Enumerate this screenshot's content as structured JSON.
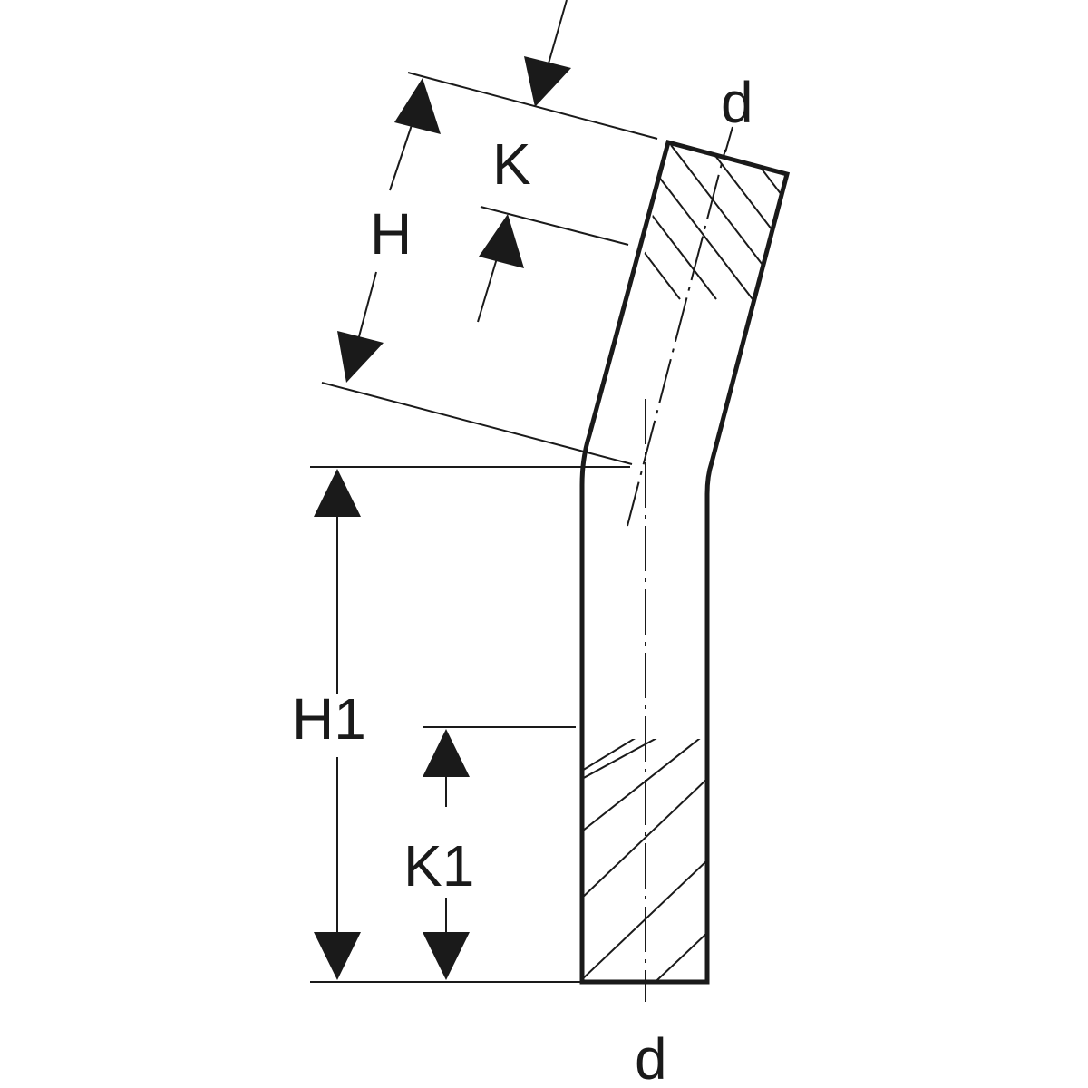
{
  "labels": {
    "H": "H",
    "K": "K",
    "H1": "H1",
    "K1": "K1",
    "d_top": "d",
    "d_bottom": "d"
  },
  "colors": {
    "line": "#1a1a1a",
    "background": "#ffffff"
  }
}
